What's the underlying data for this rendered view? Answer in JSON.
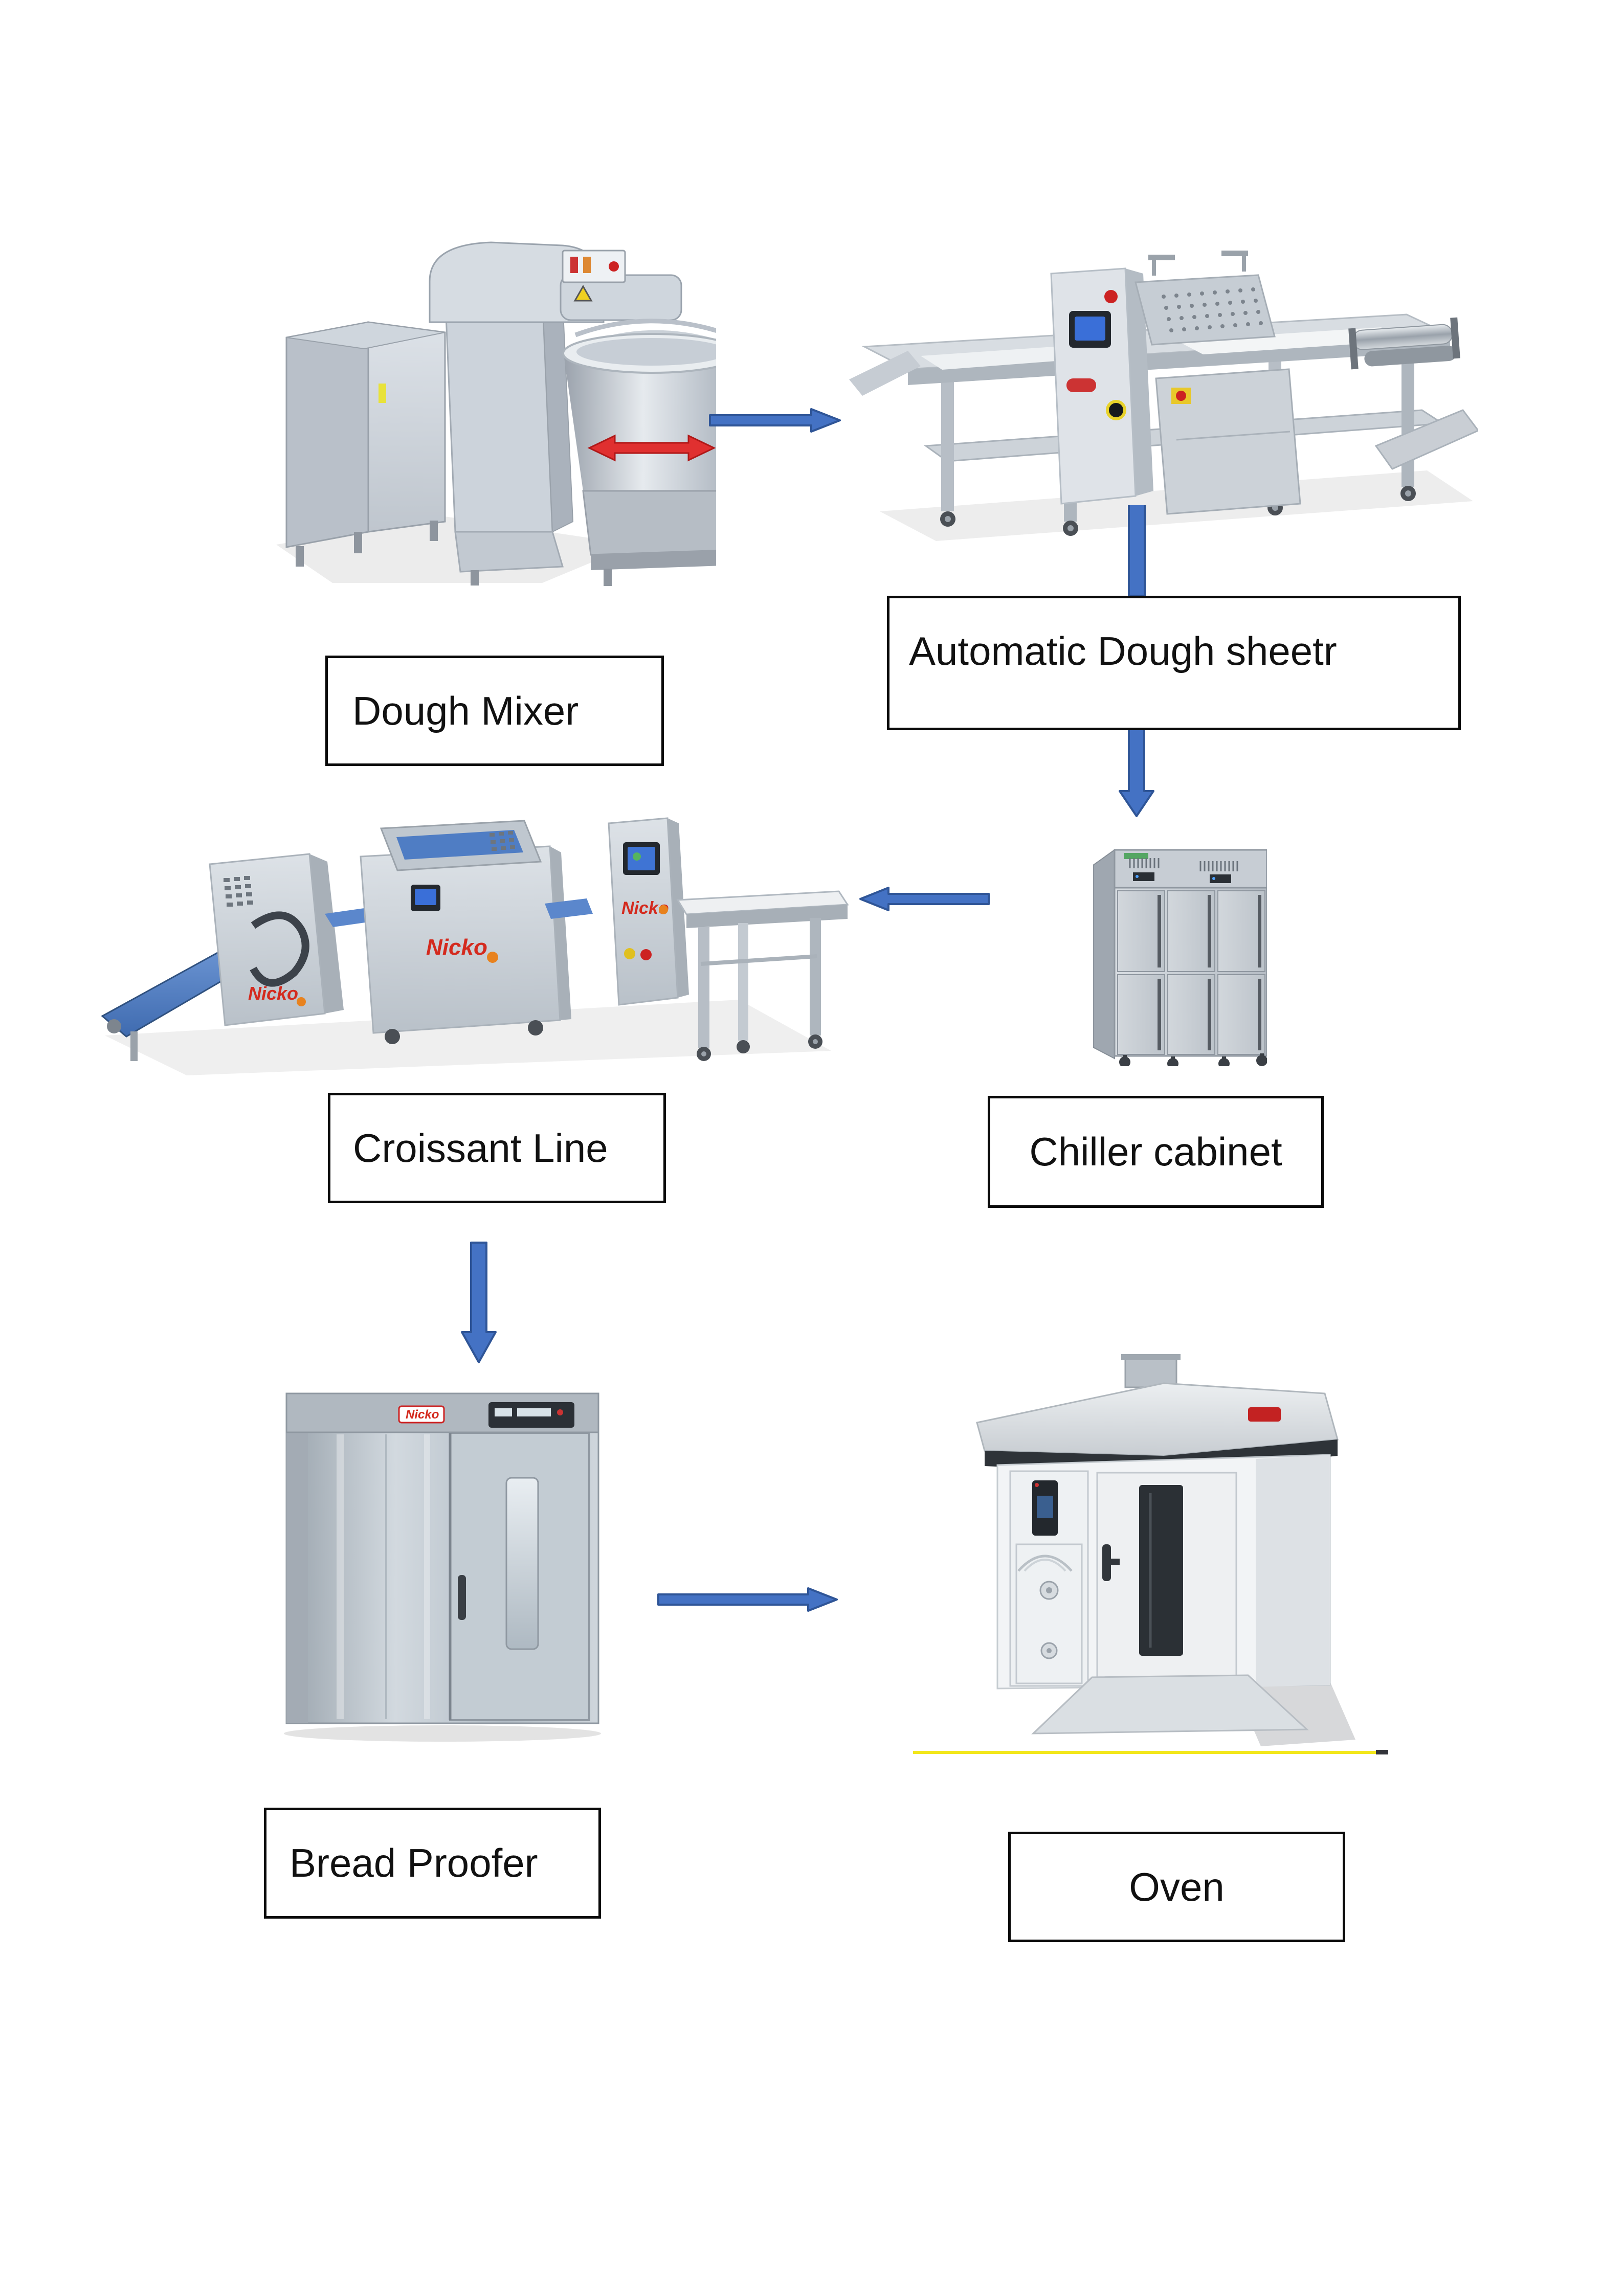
{
  "labels": {
    "dough_mixer": "Dough Mixer",
    "dough_sheeter": "Automatic Dough sheetr",
    "chiller": "Chiller cabinet",
    "croissant": "Croissant Line",
    "proofer": "Bread Proofer",
    "oven": "Oven"
  },
  "brand": "Nicko",
  "flow": [
    {
      "from": "Dough Mixer",
      "to": "Automatic Dough sheetr",
      "direction": "right"
    },
    {
      "from": "Automatic Dough sheetr",
      "to": "Chiller cabinet",
      "direction": "down"
    },
    {
      "from": "Chiller cabinet",
      "to": "Croissant Line",
      "direction": "left"
    },
    {
      "from": "Croissant Line",
      "to": "Bread Proofer",
      "direction": "down"
    },
    {
      "from": "Bread Proofer",
      "to": "Oven",
      "direction": "right"
    }
  ],
  "colors": {
    "arrow_fill": "#4472C4",
    "arrow_stroke": "#2F5597",
    "box_border": "#0A0A0A",
    "red_accent": "#CC2222",
    "belt_blue": "#4F7DC4",
    "yellow_line": "#F2E71C"
  }
}
